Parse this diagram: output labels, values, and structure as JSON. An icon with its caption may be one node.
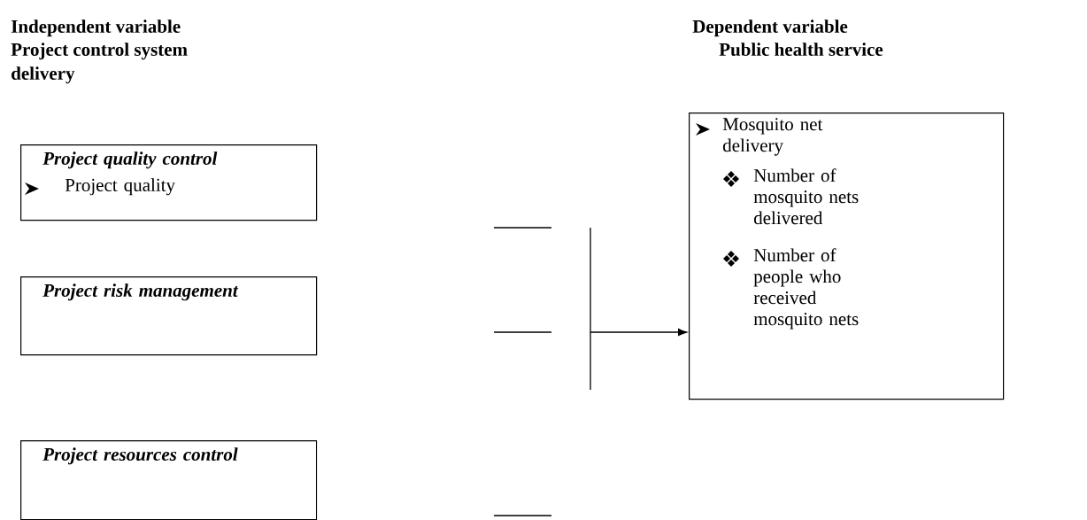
{
  "diagram": {
    "nodes": [
      {
        "text": [
          "Project quality control",
          "Project quality"
        ]
      },
      {
        "text": [
          "Project risk management"
        ]
      },
      {
        "text": [
          "Project resources control"
        ]
      },
      {
        "text": [
          "Mosquito net delivery",
          "Number of mosquito nets delivered",
          "Number of people who received mosquito nets"
        ]
      }
    ],
    "edges": [
      {
        "from": null,
        "to": 3,
        "arrow": "to"
      }
    ],
    "labels": [
      "Independent variable",
      "Project control system",
      "delivery",
      "Dependent variable",
      "Public health service"
    ]
  }
}
